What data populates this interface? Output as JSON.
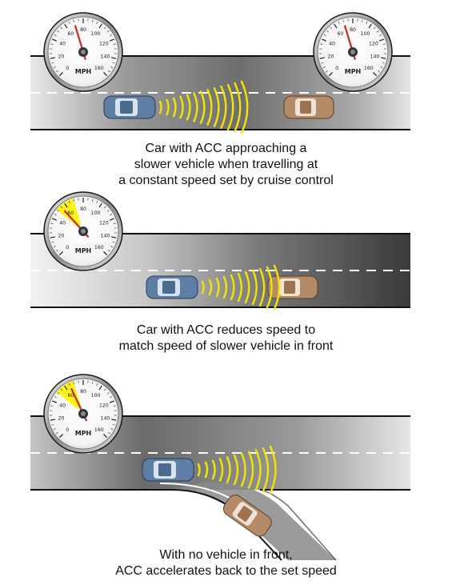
{
  "panels": [
    {
      "caption": [
        "Car with ACC approaching a",
        "slower vehicle when travelling at",
        "a constant speed set by cruise control"
      ],
      "gauges": [
        {
          "unit": "MPH",
          "needle_mph": 70,
          "highlight_mph": null
        },
        {
          "unit": "MPH",
          "needle_mph": 70,
          "highlight_mph": null
        }
      ]
    },
    {
      "caption": [
        "Car with ACC reduces speed to",
        "match speed of slower vehicle in front"
      ],
      "gauges": [
        {
          "unit": "MPH",
          "needle_mph": 55,
          "highlight_mph": [
            50,
            70
          ]
        }
      ]
    },
    {
      "caption": [
        "With no vehicle in front,",
        "ACC accelerates back to the set speed"
      ],
      "gauges": [
        {
          "unit": "MPH",
          "needle_mph": 65,
          "highlight_mph": [
            50,
            70
          ]
        }
      ]
    }
  ],
  "gauge_ticks": [
    "0",
    "20",
    "40",
    "60",
    "80",
    "100",
    "120",
    "140",
    "160"
  ],
  "colors": {
    "acc_car": "#5d7fa6",
    "lead_car": "#b58a66",
    "radar_waves": "#f2e600",
    "needle": "#c0392b",
    "highlight": "#fff200"
  }
}
